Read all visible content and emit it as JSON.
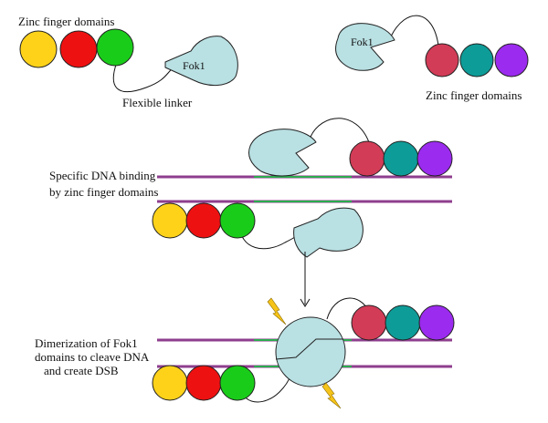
{
  "labels": {
    "zf_top_left": "Zinc finger domains",
    "flexible_linker": "Flexible linker",
    "fok1_left": "Fok1",
    "fok1_right": "Fok1",
    "zf_top_right": "Zinc finger domains",
    "specific_binding_line1": "Specific DNA binding",
    "specific_binding_line2": "by zinc finger domains",
    "dimerization_line1": "Dimerization of Fok1",
    "dimerization_line2": "domains to cleave DNA",
    "dimerization_line3": "and create DSB"
  },
  "colors": {
    "yellow": "#FFD21A",
    "red": "#EE1111",
    "green": "#1ACC1A",
    "crimson": "#D23C57",
    "teal": "#0E9C98",
    "purple": "#9B2BEE",
    "fok1": "#B9E0E3",
    "dna_purple": "#8E3E8E",
    "dna_green": "#2BAA4E",
    "lightning": "#F6C419"
  }
}
